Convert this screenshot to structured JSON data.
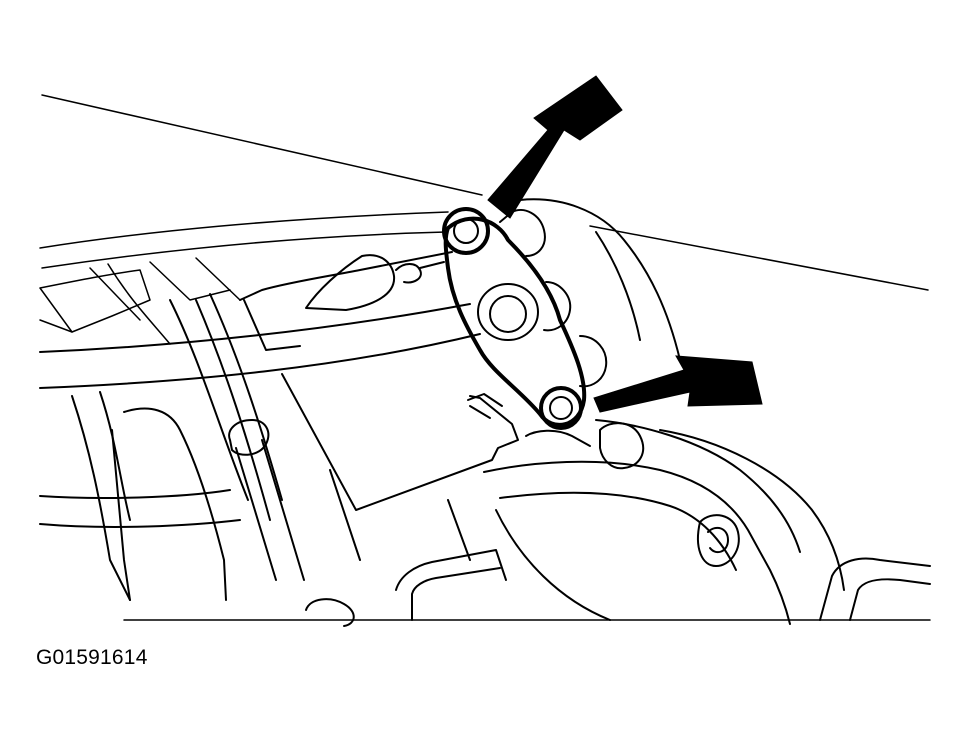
{
  "figure": {
    "id_label": "G01591614"
  },
  "colors": {
    "line": "#000000",
    "background": "#ffffff"
  },
  "callouts": [
    {
      "name": "upper-bolt",
      "marker": "arrow"
    },
    {
      "name": "lower-bolt",
      "marker": "arrow"
    }
  ]
}
